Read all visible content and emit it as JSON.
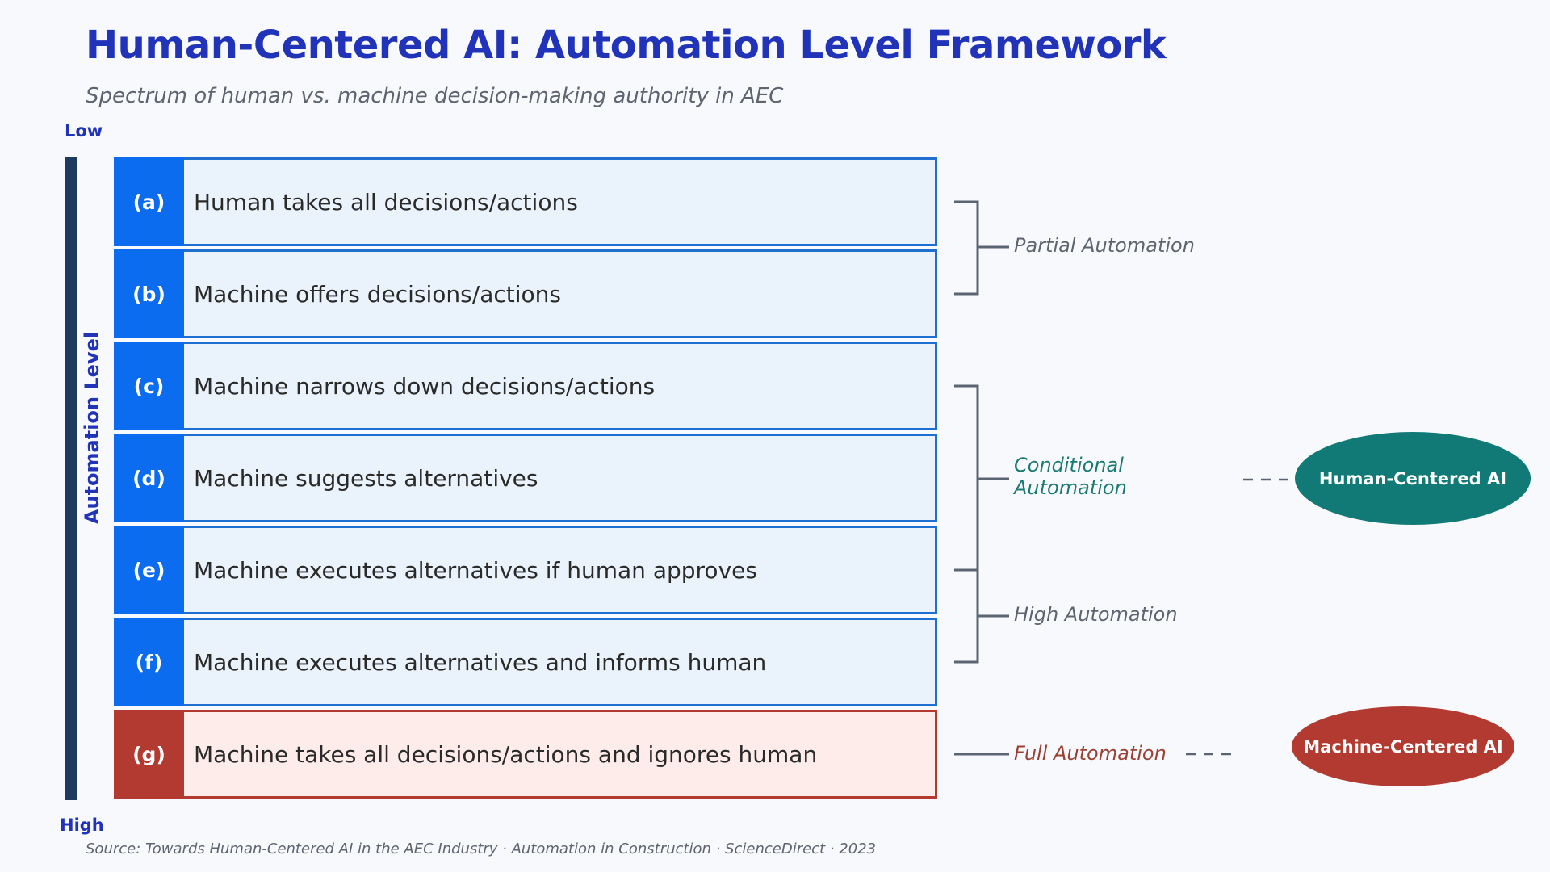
{
  "title": "Human-Centered AI: Automation Level Framework",
  "subtitle": "Spectrum of human vs. machine decision-making authority in AEC",
  "axis": {
    "low_label": "Low",
    "high_label": "High",
    "title": "Automation Level"
  },
  "levels": [
    {
      "tag": "(a)",
      "text": "Human takes all decisions/actions"
    },
    {
      "tag": "(b)",
      "text": "Machine offers decisions/actions"
    },
    {
      "tag": "(c)",
      "text": "Machine narrows down decisions/actions"
    },
    {
      "tag": "(d)",
      "text": "Machine suggests alternatives"
    },
    {
      "tag": "(e)",
      "text": "Machine executes alternatives if human approves"
    },
    {
      "tag": "(f)",
      "text": "Machine executes alternatives and informs human"
    },
    {
      "tag": "(g)",
      "text": "Machine takes all decisions/actions and ignores human"
    }
  ],
  "groups": {
    "partial": "Partial Automation",
    "conditional_line1": "Conditional",
    "conditional_line2": "Automation",
    "high": "High Automation",
    "full": "Full Automation"
  },
  "categories": {
    "human_centered": "Human-Centered AI",
    "machine_centered": "Machine-Centered AI"
  },
  "colors": {
    "title": "#2133b8",
    "human_level": "#0b6cf0",
    "machine_level": "#b23a30",
    "human_centered": "#127a76",
    "machine_centered": "#b23a30",
    "axis_bar": "#1e3a5f"
  },
  "source": "Source: Towards Human-Centered AI in the AEC Industry · Automation in Construction · ScienceDirect · 2023"
}
